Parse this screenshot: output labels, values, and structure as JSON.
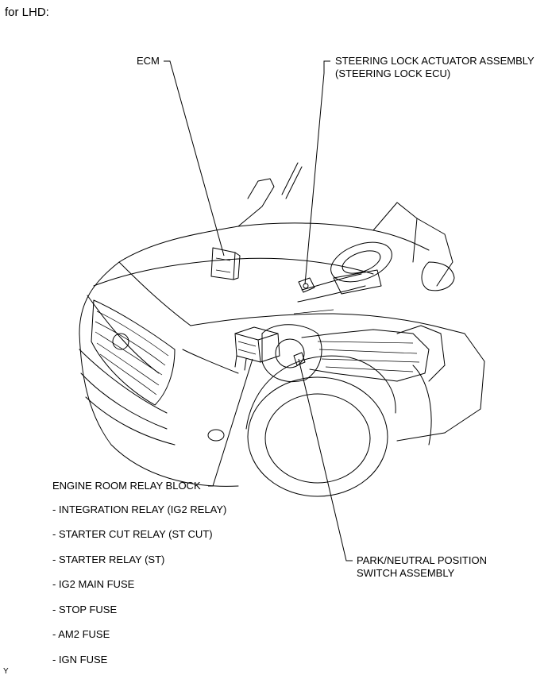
{
  "title": "for LHD:",
  "labels": {
    "ecm": "ECM",
    "steering_lock_line1": "STEERING LOCK ACTUATOR ASSEMBLY",
    "steering_lock_line2": "(STEERING LOCK ECU)",
    "engine_room_relay_block": "ENGINE ROOM RELAY BLOCK",
    "park_neutral_line1": "PARK/NEUTRAL POSITION",
    "park_neutral_line2": "SWITCH ASSEMBLY"
  },
  "relay_block_items": [
    "- INTEGRATION RELAY (IG2 RELAY)",
    "- STARTER CUT RELAY (ST CUT)",
    "- STARTER RELAY (ST)",
    "- IG2 MAIN FUSE",
    "- STOP FUSE",
    "- AM2 FUSE",
    "- IGN FUSE"
  ],
  "figure_code": "Y"
}
